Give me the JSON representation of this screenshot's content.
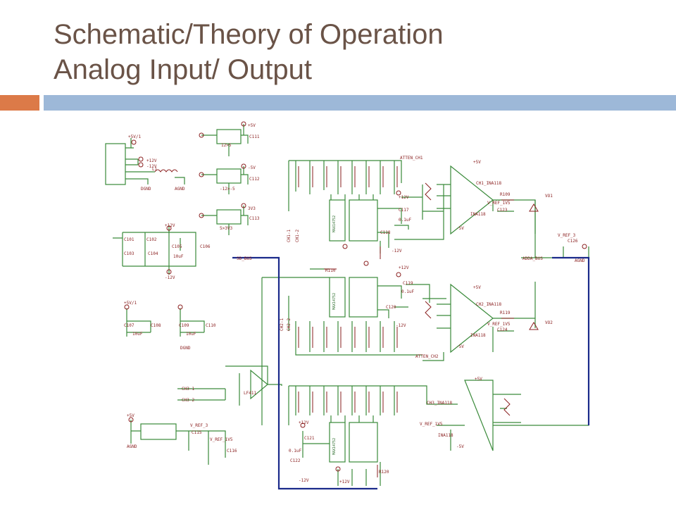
{
  "slide": {
    "title_line1": "Schematic/Theory of Operation",
    "title_line2": "Analog Input/ Output"
  },
  "colors": {
    "title": "#6a5347",
    "accent_orange": "#dc7a48",
    "accent_blue": "#9db8d8",
    "wire_green": "#3a8a3a",
    "part_red": "#8a1f1f",
    "bus_blue": "#1a2a8a"
  },
  "schematic": {
    "net_labels": {
      "sd_bus": "SD_BUS",
      "adda_bus": "ADDA_BUS",
      "atten_ch1": "ATTEN_CH1",
      "atten_ch2": "ATTEN_CH2",
      "ch1_ina": "CH1_INA118",
      "ch2_ina": "CH2_INA118",
      "ch3_ina": "CH3_INA118",
      "vo1": "VO1",
      "vo2": "VO2",
      "v_ref_3": "V_REF_3",
      "v_ref_1v5": "V_REF_1V5",
      "ch3_1": "CH3-1",
      "ch3_2": "CH3-2",
      "ch1_1": "CH1-1",
      "ch1_2": "CH1-2",
      "ch2_1": "CH2-1",
      "ch2_2": "CH2-2"
    },
    "ic_labels": {
      "mux1": "MAX14752",
      "mux2": "MAX14752",
      "mux3": "MAX14752",
      "ina1": "INA118",
      "ina2": "INA118",
      "ina3": "INA118",
      "reg1": "12>5",
      "reg2": "-12>-5",
      "reg3": "5>3V3",
      "opamp": "LF411"
    },
    "power_labels": {
      "p5v1": "+5V/1",
      "p12v": "+12V",
      "m12v": "-12V",
      "p5v": "+5V",
      "m5v": "-5V",
      "v3v3": "3V3",
      "agnd": "AGND",
      "dgnd": "DGND"
    },
    "part_labels": {
      "c101": "C101",
      "c102": "C102",
      "c103": "C103",
      "c104": "C104",
      "c105": "C105",
      "c106": "C106",
      "c107": "C107",
      "c108": "C108",
      "c109": "C109",
      "c110": "C110",
      "c111": "C111",
      "c112": "C112",
      "c113": "C113",
      "c115": "C115",
      "c116": "C116",
      "c117": "C117",
      "c118": "C118",
      "c119": "C119",
      "c120": "C120",
      "c121": "C121",
      "c122": "C122",
      "c123": "C123",
      "c124": "C124",
      "c126": "C126",
      "l1": "L1",
      "r109": "R109",
      "r110": "R110",
      "r119": "R119",
      "r120": "R120",
      "v10uf": "10uF",
      "v01uf": "0.1uF"
    }
  }
}
